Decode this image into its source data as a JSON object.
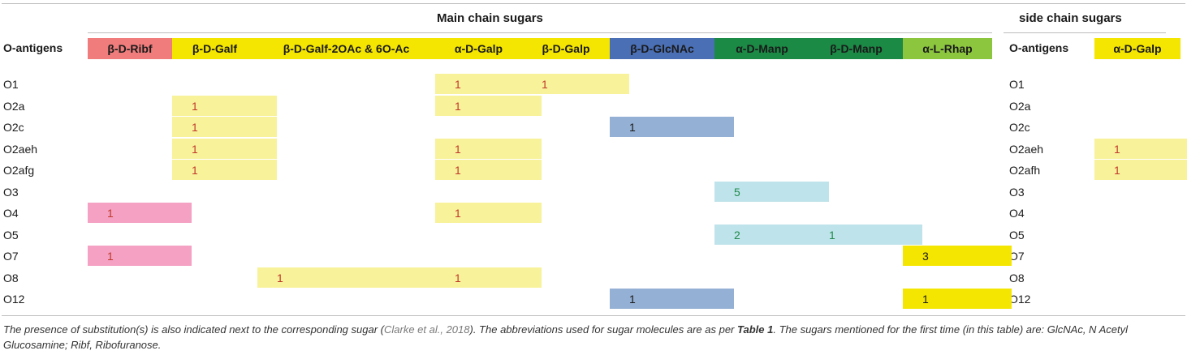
{
  "groups": {
    "main": "Main chain sugars",
    "side": "side chain sugars"
  },
  "row_header": "O-antigens",
  "main_columns": [
    {
      "label": "β-D-Ribf",
      "bg": "#f07c7c"
    },
    {
      "label": "β-D-Galf",
      "bg": "#f4e600"
    },
    {
      "label": "β-D-Galf-2OAc & 6O-Ac",
      "bg": "#f4e600"
    },
    {
      "label": "α-D-Galp",
      "bg": "#f4e600"
    },
    {
      "label": "β-D-Galp",
      "bg": "#f4e600"
    },
    {
      "label": "β-D-GlcNAc",
      "bg": "#4a6fb5"
    },
    {
      "label": "α-D-Manp",
      "bg": "#1a8a45"
    },
    {
      "label": "β-D-Manp",
      "bg": "#1a8a45"
    },
    {
      "label": "α-L-Rhap",
      "bg": "#8cc63f"
    }
  ],
  "side_row_header": "O-antigens",
  "side_columns": [
    {
      "label": "α-D-Galp",
      "bg": "#f4e600"
    }
  ],
  "colors": {
    "pink": "#f4a1c3",
    "pale_yellow": "#f8f29a",
    "pale_blue": "#94b0d4",
    "pale_cyan": "#bfe3ea",
    "yellow": "#f4e600",
    "red_text": "#c0392b",
    "green_text": "#1f8a4c",
    "dark_text": "#1a1a1a"
  },
  "rows": [
    {
      "label": "O1",
      "side_label": "O1"
    },
    {
      "label": "O2a",
      "side_label": "O2a"
    },
    {
      "label": "O2c",
      "side_label": "O2c"
    },
    {
      "label": "O2aeh",
      "side_label": "O2aeh"
    },
    {
      "label": "O2afg",
      "side_label": "O2afh"
    },
    {
      "label": "O3",
      "side_label": "O3"
    },
    {
      "label": "O4",
      "side_label": "O4"
    },
    {
      "label": "O5",
      "side_label": "O5"
    },
    {
      "label": "O7",
      "side_label": "O7"
    },
    {
      "label": "O8",
      "side_label": "O8"
    },
    {
      "label": "O12",
      "side_label": "O12"
    }
  ],
  "cells": [
    {
      "row": 0,
      "col": 3,
      "value": "1",
      "fill": "pale_yellow",
      "text": "red_text"
    },
    {
      "row": 0,
      "col": 4,
      "value": "1",
      "fill": "pale_yellow",
      "text": "red_text"
    },
    {
      "row": 1,
      "col": 1,
      "value": "1",
      "fill": "pale_yellow",
      "text": "red_text"
    },
    {
      "row": 1,
      "col": 3,
      "value": "1",
      "fill": "pale_yellow",
      "text": "red_text"
    },
    {
      "row": 2,
      "col": 1,
      "value": "1",
      "fill": "pale_yellow",
      "text": "red_text"
    },
    {
      "row": 2,
      "col": 5,
      "value": "1",
      "fill": "pale_blue",
      "text": "dark_text"
    },
    {
      "row": 3,
      "col": 1,
      "value": "1",
      "fill": "pale_yellow",
      "text": "red_text"
    },
    {
      "row": 3,
      "col": 3,
      "value": "1",
      "fill": "pale_yellow",
      "text": "red_text"
    },
    {
      "row": 4,
      "col": 1,
      "value": "1",
      "fill": "pale_yellow",
      "text": "red_text"
    },
    {
      "row": 4,
      "col": 3,
      "value": "1",
      "fill": "pale_yellow",
      "text": "red_text"
    },
    {
      "row": 5,
      "col": 6,
      "value": "5",
      "fill": "pale_cyan",
      "text": "green_text"
    },
    {
      "row": 6,
      "col": 0,
      "value": "1",
      "fill": "pink",
      "text": "red_text"
    },
    {
      "row": 6,
      "col": 3,
      "value": "1",
      "fill": "pale_yellow",
      "text": "red_text"
    },
    {
      "row": 7,
      "col": 6,
      "value": "2",
      "fill": "pale_cyan",
      "text": "green_text"
    },
    {
      "row": 7,
      "col": 7,
      "value": "1",
      "fill": "pale_cyan",
      "text": "green_text"
    },
    {
      "row": 8,
      "col": 0,
      "value": "1",
      "fill": "pink",
      "text": "red_text"
    },
    {
      "row": 8,
      "col": 8,
      "value": "3",
      "fill": "yellow",
      "text": "dark_text"
    },
    {
      "row": 9,
      "col": 2,
      "value": "1",
      "fill": "pale_yellow",
      "text": "red_text"
    },
    {
      "row": 9,
      "col": 3,
      "value": "1",
      "fill": "pale_yellow",
      "text": "red_text"
    },
    {
      "row": 10,
      "col": 5,
      "value": "1",
      "fill": "pale_blue",
      "text": "dark_text"
    },
    {
      "row": 10,
      "col": 8,
      "value": "1",
      "fill": "yellow",
      "text": "dark_text"
    }
  ],
  "side_cells": [
    {
      "row": 3,
      "col": 0,
      "value": "1",
      "fill": "pale_yellow",
      "text": "red_text"
    },
    {
      "row": 4,
      "col": 0,
      "value": "1",
      "fill": "pale_yellow",
      "text": "red_text"
    }
  ],
  "caption": {
    "part1": "The presence of substitution(s) is also indicated next to the corresponding sugar (",
    "ref": "Clarke et al., 2018",
    "part2": "). The abbreviations used for sugar molecules are as per ",
    "table_ref": "Table 1",
    "part3": ". The sugars mentioned for the first time (in this table) are: GlcNAc, N Acetyl Glucosamine; Ribf, Ribofuranose."
  }
}
